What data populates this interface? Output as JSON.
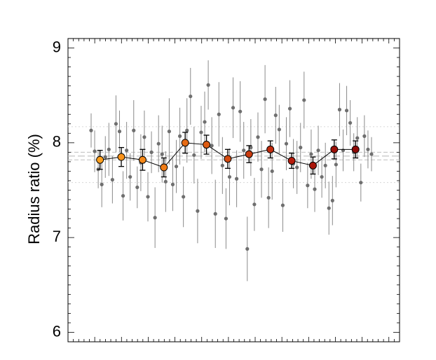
{
  "chart_data": {
    "type": "scatter",
    "title": "",
    "xlabel": "",
    "ylabel": "Radius ratio (%)",
    "ylim": [
      5.9,
      9.1
    ],
    "yticks": [
      6,
      7,
      8,
      9
    ],
    "ytick_labels": [
      "6",
      "7",
      "8",
      "9"
    ],
    "x_tick_labels_shown": false,
    "grid": false,
    "colors": {
      "points": "#6f6f6f",
      "errorbar": "#8a8a8a",
      "binned_line": "#000000",
      "reference_lines": "#bfbfbf",
      "gradient": [
        "#ff9f1c",
        "#f07c16",
        "#d34a10",
        "#b81c0c",
        "#8e0a06"
      ]
    },
    "reference_lines": {
      "mean": 7.86,
      "band_inner": [
        7.82,
        7.9
      ],
      "band_outer": [
        7.58,
        8.17
      ]
    },
    "series": [
      {
        "kind": "individual",
        "x": [
          1,
          2,
          3,
          4,
          5,
          6,
          7,
          8,
          9,
          10,
          11,
          12,
          13,
          14,
          15,
          16,
          17,
          18,
          19,
          20,
          21,
          22,
          23,
          24,
          25,
          26,
          27,
          28,
          29,
          30,
          31,
          32,
          33,
          34,
          35,
          36,
          37,
          38,
          39,
          40,
          41,
          42,
          43,
          44,
          45,
          46,
          47,
          48,
          49,
          50,
          51,
          52,
          53,
          54,
          55,
          56,
          57,
          58,
          59,
          60,
          61,
          62,
          63,
          64,
          65,
          66,
          67,
          68,
          69,
          70,
          71,
          72,
          73,
          74,
          75,
          76,
          77,
          78,
          79,
          80
        ],
        "y": [
          8.13,
          7.91,
          7.72,
          7.56,
          7.85,
          7.93,
          7.61,
          8.2,
          8.12,
          7.44,
          7.92,
          7.64,
          8.13,
          7.53,
          7.79,
          8.06,
          7.43,
          7.9,
          7.21,
          7.99,
          7.88,
          7.59,
          8.12,
          7.56,
          7.75,
          8.07,
          7.43,
          8.13,
          8.49,
          7.87,
          7.28,
          8.11,
          8.22,
          8.61,
          7.97,
          7.25,
          8.3,
          7.76,
          7.2,
          7.64,
          8.37,
          7.62,
          8.33,
          7.92,
          6.88,
          7.95,
          7.35,
          8.06,
          7.72,
          8.46,
          7.42,
          7.7,
          8.29,
          8.14,
          7.34,
          7.99,
          8.36,
          7.78,
          7.74,
          7.95,
          8.45,
          7.55,
          7.88,
          7.51,
          7.92,
          7.64,
          7.76,
          7.31,
          7.39,
          7.77,
          8.35,
          7.92,
          8.34,
          8.21,
          7.9,
          8.05,
          7.58,
          8.07,
          7.93,
          7.88
        ],
        "err": [
          0.18,
          0.22,
          0.2,
          0.24,
          0.22,
          0.28,
          0.25,
          0.3,
          0.22,
          0.26,
          0.3,
          0.25,
          0.32,
          0.22,
          0.3,
          0.28,
          0.26,
          0.22,
          0.32,
          0.3,
          0.3,
          0.32,
          0.35,
          0.28,
          0.28,
          0.3,
          0.32,
          0.34,
          0.3,
          0.3,
          0.34,
          0.28,
          0.32,
          0.26,
          0.3,
          0.36,
          0.34,
          0.3,
          0.32,
          0.3,
          0.32,
          0.3,
          0.32,
          0.3,
          0.34,
          0.3,
          0.28,
          0.26,
          0.3,
          0.36,
          0.32,
          0.3,
          0.3,
          0.26,
          0.28,
          0.28,
          0.3,
          0.26,
          0.28,
          0.26,
          0.3,
          0.24,
          0.26,
          0.24,
          0.26,
          0.22,
          0.24,
          0.28,
          0.26,
          0.24,
          0.28,
          0.22,
          0.26,
          0.24,
          0.2,
          0.22,
          0.2,
          0.22,
          0.2,
          0.18
        ]
      },
      {
        "kind": "binned",
        "x": [
          3.5,
          9.5,
          15.5,
          21.5,
          27.5,
          33.5,
          39.5,
          45.5,
          51.5,
          57.5,
          63.5,
          69.5,
          75.5
        ],
        "y": [
          7.82,
          7.85,
          7.82,
          7.74,
          8.0,
          7.98,
          7.83,
          7.88,
          7.93,
          7.81,
          7.76,
          7.93,
          7.93
        ],
        "err": [
          0.1,
          0.1,
          0.11,
          0.1,
          0.11,
          0.1,
          0.1,
          0.09,
          0.09,
          0.08,
          0.09,
          0.1,
          0.09
        ]
      }
    ]
  }
}
